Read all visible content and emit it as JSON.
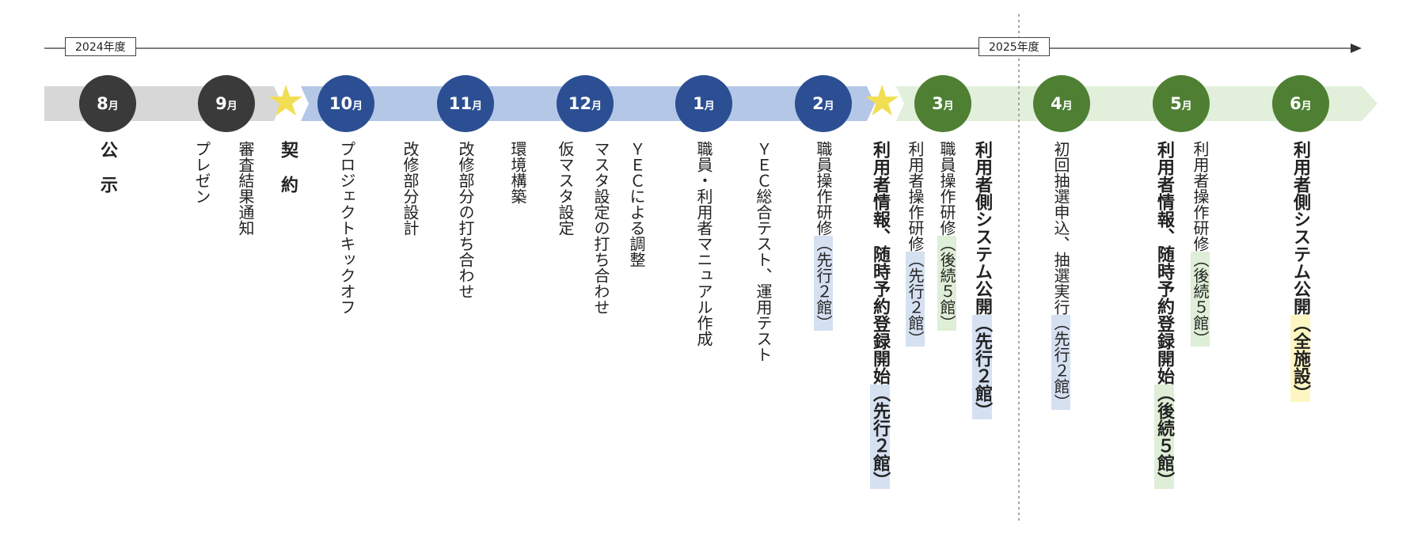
{
  "year_labels": [
    "2024年度",
    "2025年度"
  ],
  "month_unit": "月",
  "months": [
    {
      "num": "8",
      "color": "#3a3a3a"
    },
    {
      "num": "9",
      "color": "#3a3a3a"
    },
    {
      "num": "10",
      "color": "#2c4f93"
    },
    {
      "num": "11",
      "color": "#2c4f93"
    },
    {
      "num": "12",
      "color": "#2c4f93"
    },
    {
      "num": "1",
      "color": "#2c4f93"
    },
    {
      "num": "2",
      "color": "#2c4f93"
    },
    {
      "num": "3",
      "color": "#4e7f33"
    },
    {
      "num": "4",
      "color": "#4e7f33"
    },
    {
      "num": "5",
      "color": "#4e7f33"
    },
    {
      "num": "6",
      "color": "#4e7f33"
    }
  ],
  "band_colors": {
    "gray": "#d7d7d7",
    "blue": "#b4c7e7",
    "green": "#e2efda",
    "star": "#f2de53"
  },
  "highlight_colors": {
    "blue": "#d5e0f1",
    "green": "#dfeed7",
    "yellow": "#fdf6c3"
  },
  "events": {
    "koji": "公示",
    "presen": "プレゼン",
    "shinsa": "審査結果通知",
    "keiyaku": "契約",
    "kickoff": "プロジェクトキックオフ",
    "kaishu_sekkei": "改修部分設計",
    "kaishu_uchiawase": "改修部分の打ち合わせ",
    "kankyo": "環境構築",
    "kari_master": "仮マスタ設定",
    "master_uchiawase": "マスタ設定の打ち合わせ",
    "yec_chosei": "ＹＥＣによる調整",
    "manual": "職員・利用者マニュアル作成",
    "sogo_test": "ＹＥＣ総合テスト、運用テスト",
    "shokuin_kenshu_pre": "職員操作研修",
    "shokuin_kenshu_hl": "（先行２館）",
    "riyosha_joho_pre": "利用者情報、随時予約登録開始",
    "riyosha_joho_hl": "（先行２館）",
    "riyosha_kenshu_pre": "利用者操作研修",
    "riyosha_kenshu_hl": "（先行２館）",
    "shokuin_kenshu2_pre": "職員操作研修",
    "shokuin_kenshu2_hl": "（後続５館）",
    "system_kokai_pre": "利用者側システム公開",
    "system_kokai_hl": "（先行２館）",
    "chusen_pre": "初回抽選申込、抽選実行",
    "chusen_hl": "（先行２館）",
    "riyosha_joho2_pre": "利用者情報、随時予約登録開始",
    "riyosha_joho2_hl": "（後続５館）",
    "riyosha_kenshu2_pre": "利用者操作研修",
    "riyosha_kenshu2_hl": "（後続５館）",
    "system_kokai2_pre": "利用者側システム公開",
    "system_kokai2_hl": "（全施設）"
  }
}
